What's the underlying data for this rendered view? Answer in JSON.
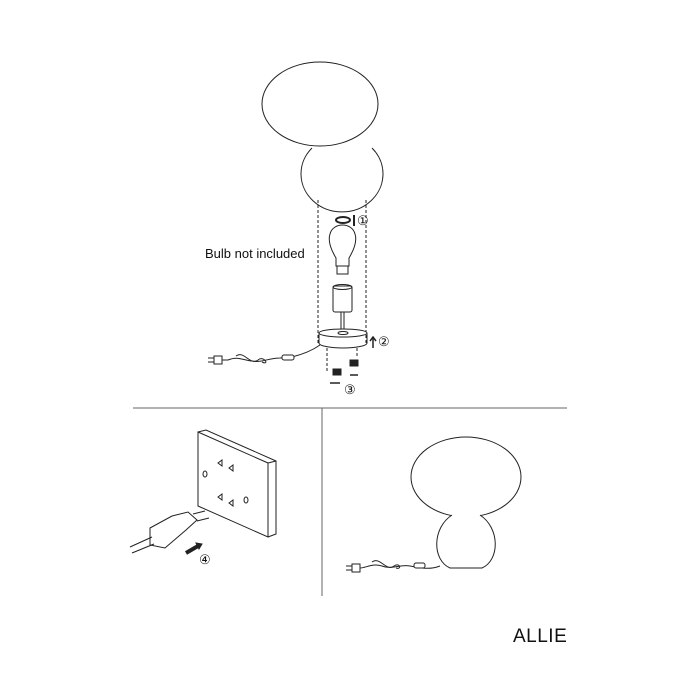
{
  "diagram": {
    "note": "Bulb not included",
    "brand": "ALLIE",
    "steps": [
      "①",
      "②",
      "③",
      "④"
    ]
  }
}
